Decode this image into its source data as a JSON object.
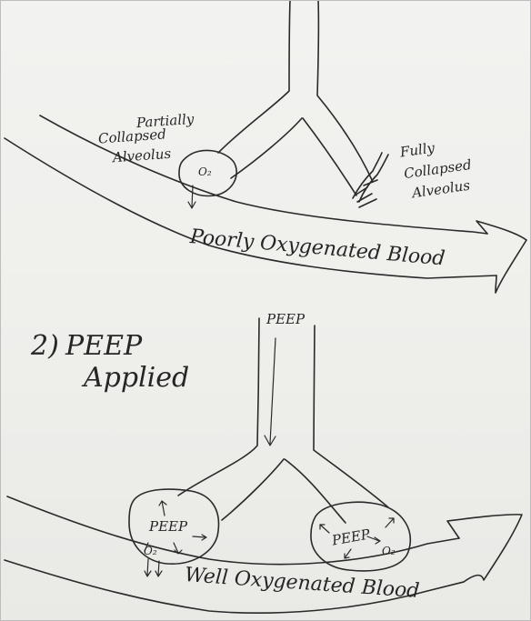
{
  "panel_top": {
    "partially_collapsed": [
      "Partially",
      "Collapsed",
      "Alveolus"
    ],
    "fully_collapsed": [
      "Fully",
      "Collapsed",
      "Alveolus"
    ],
    "o2_label": "O₂",
    "blood_label": "Poorly Oxygenated Blood"
  },
  "panel_bottom": {
    "step_number": "2)",
    "title_line1": "PEEP",
    "title_line2": "Applied",
    "airway_label": "PEEP",
    "left_alveolus_label": "PEEP",
    "right_alveolus_label": "PEEP",
    "o2_label": "O₂",
    "blood_label": "Well Oxygenated Blood"
  }
}
